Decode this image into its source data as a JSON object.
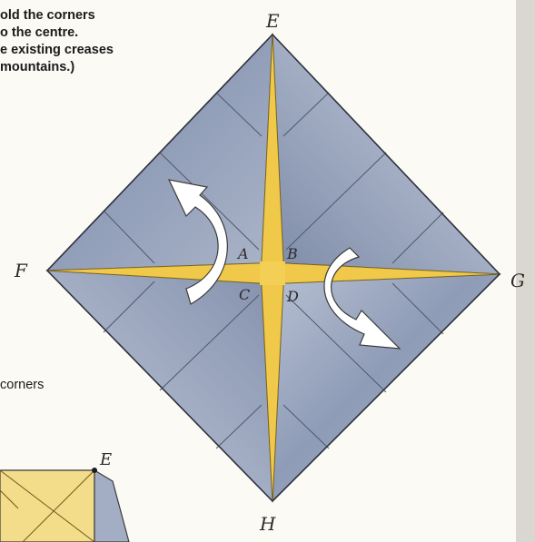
{
  "instructions": {
    "lines": [
      "old the corners",
      "o the centre.",
      "e existing creases",
      "mountains.)"
    ]
  },
  "side_caption": "corners",
  "corner_labels": {
    "top": "E",
    "left": "F",
    "right": "G",
    "bottom": "H"
  },
  "centre_labels": {
    "top_left": "A",
    "top_right": "B",
    "bottom_left": "C",
    "bottom_right": "D"
  },
  "preview_label": "E",
  "colors": {
    "paper_blue": "#9aa7bf",
    "paper_blue_dark": "#7f8ca8",
    "gap_yellow": "#f1c94a",
    "arrow_white": "#ffffff",
    "crease": "#5b6478",
    "preview_yellow": "#f3dd8a"
  }
}
